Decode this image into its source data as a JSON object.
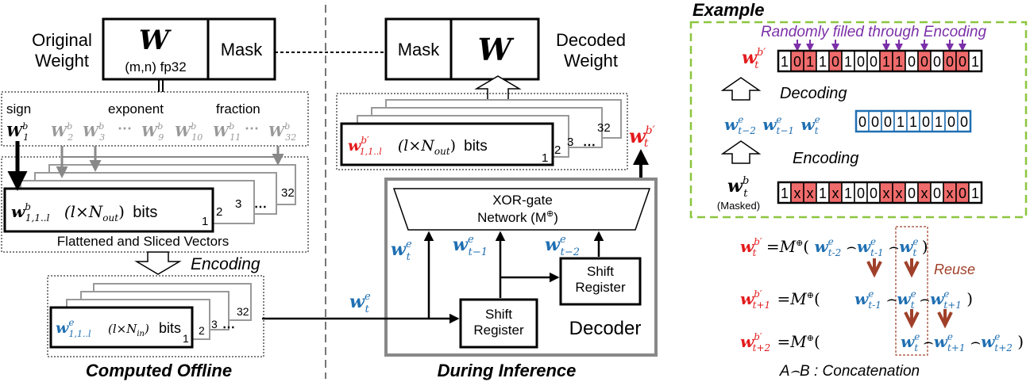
{
  "colors": {
    "red": "#e31a1c",
    "blue": "#1f6fb2",
    "purple": "#7b2fa8",
    "green": "#8cc63f",
    "brown": "#a0402a",
    "cell_fill": "#f06b6b",
    "gray": "#999999",
    "gray_box": "#888888"
  },
  "left": {
    "original_weight": "Original\nWeight",
    "w_symbol": "W",
    "w_shape": "(m,n) fp32",
    "mask": "Mask",
    "sign": "sign",
    "exponent": "exponent",
    "fraction": "fraction",
    "bit_labels": [
      "1",
      "2",
      "3",
      "9",
      "10",
      "11",
      "32"
    ],
    "ellipsis": "⋯",
    "flat_vector": "w",
    "flat_sub": "1,1..l",
    "flat_dim": "(l×N",
    "flat_dim_sub": "out",
    "bits": "bits",
    "slice_numbers": [
      "1",
      "2",
      "3",
      "32"
    ],
    "flattened_label": "Flattened and Sliced Vectors",
    "encoding": "Encoding",
    "enc_dim": "(l×N",
    "enc_dim_sub": "in",
    "computed_offline": "Computed Offline"
  },
  "middle": {
    "mask": "Mask",
    "w_symbol": "W",
    "decoded_weight": "Decoded\nWeight",
    "xor_line1": "XOR-gate",
    "xor_line2": "Network (M",
    "xor_sup": "⊕",
    "shift_register_1": "Shift\nRegister",
    "shift_register_2": "Shift\nRegister",
    "decoder": "Decoder",
    "during_inference": "During Inference",
    "sub_t": "t",
    "sub_t1": "t−1",
    "sub_t2": "t−2"
  },
  "example": {
    "title": "Example",
    "random_fill": "Randomly filled through Encoding",
    "decoding": "Decoding",
    "encoding": "Encoding",
    "masked": "(Masked)",
    "decoded_bits": [
      "1",
      "0",
      "1",
      "1",
      "0",
      "1",
      "0",
      "0",
      "1",
      "1",
      "0",
      "0",
      "0",
      "0",
      "0",
      "1"
    ],
    "decoded_highlight": [
      false,
      true,
      true,
      false,
      true,
      false,
      false,
      false,
      true,
      true,
      false,
      true,
      false,
      true,
      true,
      false
    ],
    "encoded_bits": [
      "0",
      "0",
      "0",
      "1",
      "1",
      "0",
      "1",
      "0",
      "0"
    ],
    "masked_bits": [
      "1",
      "x",
      "x",
      "1",
      "x",
      "1",
      "0",
      "0",
      "x",
      "x",
      "0",
      "x",
      "0",
      "x",
      "0",
      "1"
    ],
    "masked_highlight": [
      false,
      true,
      true,
      false,
      true,
      false,
      false,
      false,
      true,
      true,
      false,
      true,
      false,
      true,
      true,
      false
    ]
  },
  "equations": {
    "m_op": "=M",
    "sup": "⊕",
    "open": "(",
    "close": ")",
    "reuse": "Reuse",
    "concat_def": "A⌢B : Concatenation",
    "subs_t2": "t-2",
    "subs_t1": "t-1",
    "subs_t": "t",
    "subs_tp1": "t+1",
    "subs_tp2": "t+2"
  }
}
